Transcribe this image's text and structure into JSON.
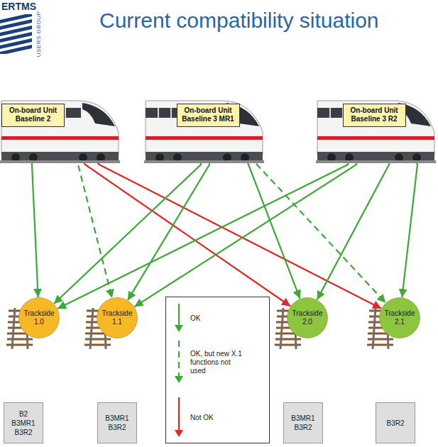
{
  "diagram": {
    "title": "Current compatibility situation",
    "nodes": [
      {
        "text": [
          "On-board Unit Baseline 2"
        ]
      },
      {
        "text": [
          "On-board Unit Baseline 3 MR1"
        ]
      },
      {
        "text": [
          "On-board Unit Baseline 3 R2"
        ]
      },
      {
        "text": [
          "Trackside 1.0"
        ]
      },
      {
        "text": [
          "Trackside 1.1"
        ]
      },
      {
        "text": [
          "Trackside 2.0"
        ]
      },
      {
        "text": [
          "Trackside 2.1"
        ]
      },
      {
        "text": [
          "B2",
          "B3MR1",
          "B3R2"
        ]
      },
      {
        "text": [
          "B3MR1",
          "B3R2"
        ]
      },
      {
        "text": [
          "B3MR1",
          "B3R2"
        ]
      },
      {
        "text": [
          "B3R2"
        ]
      }
    ],
    "edges": [
      {
        "from": 0,
        "to": 3,
        "arrow": "to"
      },
      {
        "from": 0,
        "to": 4,
        "arrow": "to"
      },
      {
        "from": 0,
        "to": 5,
        "arrow": "to"
      },
      {
        "from": 0,
        "to": 6,
        "arrow": "to"
      },
      {
        "from": 1,
        "to": 3,
        "arrow": "to"
      },
      {
        "from": 1,
        "to": 4,
        "arrow": "to"
      },
      {
        "from": 1,
        "to": 5,
        "arrow": "to"
      },
      {
        "from": 1,
        "to": 6,
        "arrow": "to"
      },
      {
        "from": 2,
        "to": 3,
        "arrow": "to"
      },
      {
        "from": 2,
        "to": 4,
        "arrow": "to"
      },
      {
        "from": 2,
        "to": 5,
        "arrow": "to"
      },
      {
        "from": 2,
        "to": 6,
        "arrow": "to"
      }
    ],
    "labels": [
      "ERTMS",
      "USERS GROUP"
    ],
    "legend": [
      {
        "text": "OK"
      },
      {
        "text": "OK, but new X.1 functions not used"
      },
      {
        "text": "Not OK"
      }
    ]
  }
}
